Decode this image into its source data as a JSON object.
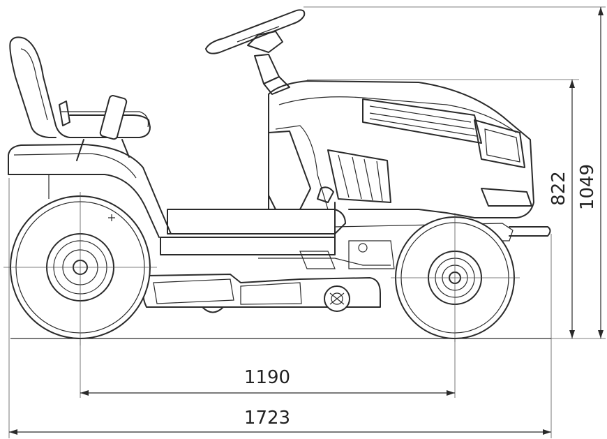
{
  "dimensions": {
    "wheelbase": "1190",
    "overall_length": "1723",
    "seat_height": "822",
    "overall_height": "1049"
  },
  "colors": {
    "line": "#2a2a2a",
    "background": "#ffffff"
  }
}
